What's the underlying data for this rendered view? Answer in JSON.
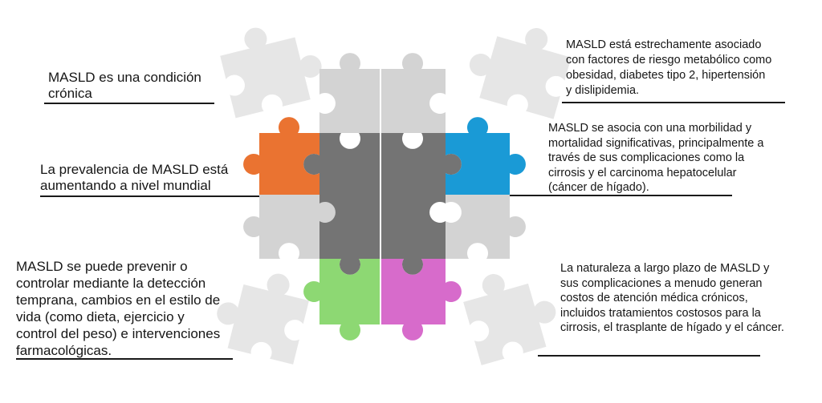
{
  "title": "MASLD puzzle infographic",
  "colors": {
    "orange": "#EA7331",
    "blue": "#1A9AD6",
    "green": "#8DD873",
    "pink": "#D76BCB",
    "dark_gray": "#747474",
    "light_gray": "#D3D3D3",
    "faded_gray": "#E6E6E6"
  },
  "statements": {
    "left": [
      {
        "id": "chronic",
        "text": "MASLD es una condición\ncrónica",
        "color": "light_gray"
      },
      {
        "id": "prevalence",
        "text": "La prevalencia de MASLD está\naumentando a nivel mundial",
        "color": "orange"
      },
      {
        "id": "prevention",
        "text": "MASLD se puede prevenir o\ncontrolar mediante la detección\ntemprana, cambios en el estilo de\nvida (como dieta, ejercicio y\ncontrol del peso) e intervenciones\nfarmacológicas.",
        "color": "green"
      }
    ],
    "right": [
      {
        "id": "risk-factors",
        "text": "MASLD está estrechamente asociado\ncon factores de riesgo metabólico como\nobesidad, diabetes tipo 2, hipertensión\ny dislipidemia.",
        "color": "light_gray"
      },
      {
        "id": "morbidity",
        "text": "MASLD se asocia con una morbilidad y\nmortalidad significativas, principalmente a\ntravés de sus complicaciones como la\ncirrosis y el carcinoma hepatocelular\n(cáncer de hígado).",
        "color": "blue"
      },
      {
        "id": "costs",
        "text": "La naturaleza a largo plazo de MASLD y\nsus complicaciones a menudo generan\ncostos de atención médica crónicos,\nincluidos tratamientos costosos para la\ncirrosis, el trasplante de hígado y el cáncer.",
        "color": "pink"
      }
    ]
  }
}
